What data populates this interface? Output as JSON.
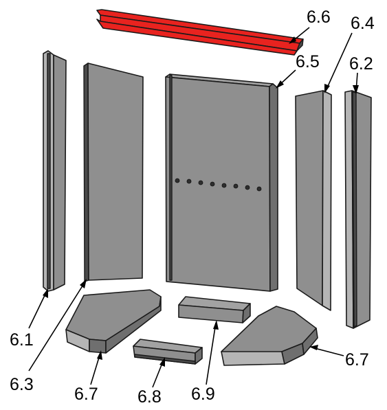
{
  "colors": {
    "highlight": "#e8231f",
    "part_gray": "#8f8f8f",
    "background": "#ffffff"
  },
  "callouts": {
    "c_6_1": "6.1",
    "c_6_2": "6.2",
    "c_6_3": "6.3",
    "c_6_4": "6.4",
    "c_6_5": "6.5",
    "c_6_6": "6.6",
    "c_6_7_left": "6.7",
    "c_6_7_right": "6.7",
    "c_6_8": "6.8",
    "c_6_9": "6.9"
  }
}
